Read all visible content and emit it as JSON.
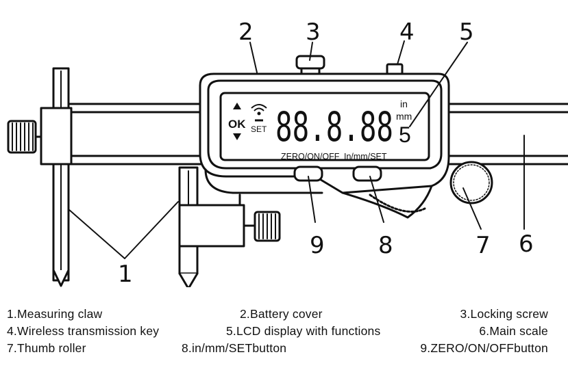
{
  "callouts": [
    "1",
    "2",
    "3",
    "4",
    "5",
    "6",
    "7",
    "8",
    "9"
  ],
  "lcd": {
    "ok": "OK",
    "set": "SET",
    "digits": "88.8.88",
    "unit_in": "in",
    "unit_mm": "mm",
    "small_digit": "5",
    "button_label_left": "ZERO/ON/OFF",
    "button_label_right": "In/mm/SET"
  },
  "legend": [
    [
      "1.Measuring claw",
      "2.Battery cover",
      "3.Locking screw"
    ],
    [
      "4.Wireless transmission key",
      "5.LCD display with functions",
      "6.Main scale"
    ],
    [
      "7.Thumb roller",
      "8.in/mm/SETbutton",
      "9.ZERO/ON/OFFbutton"
    ]
  ]
}
